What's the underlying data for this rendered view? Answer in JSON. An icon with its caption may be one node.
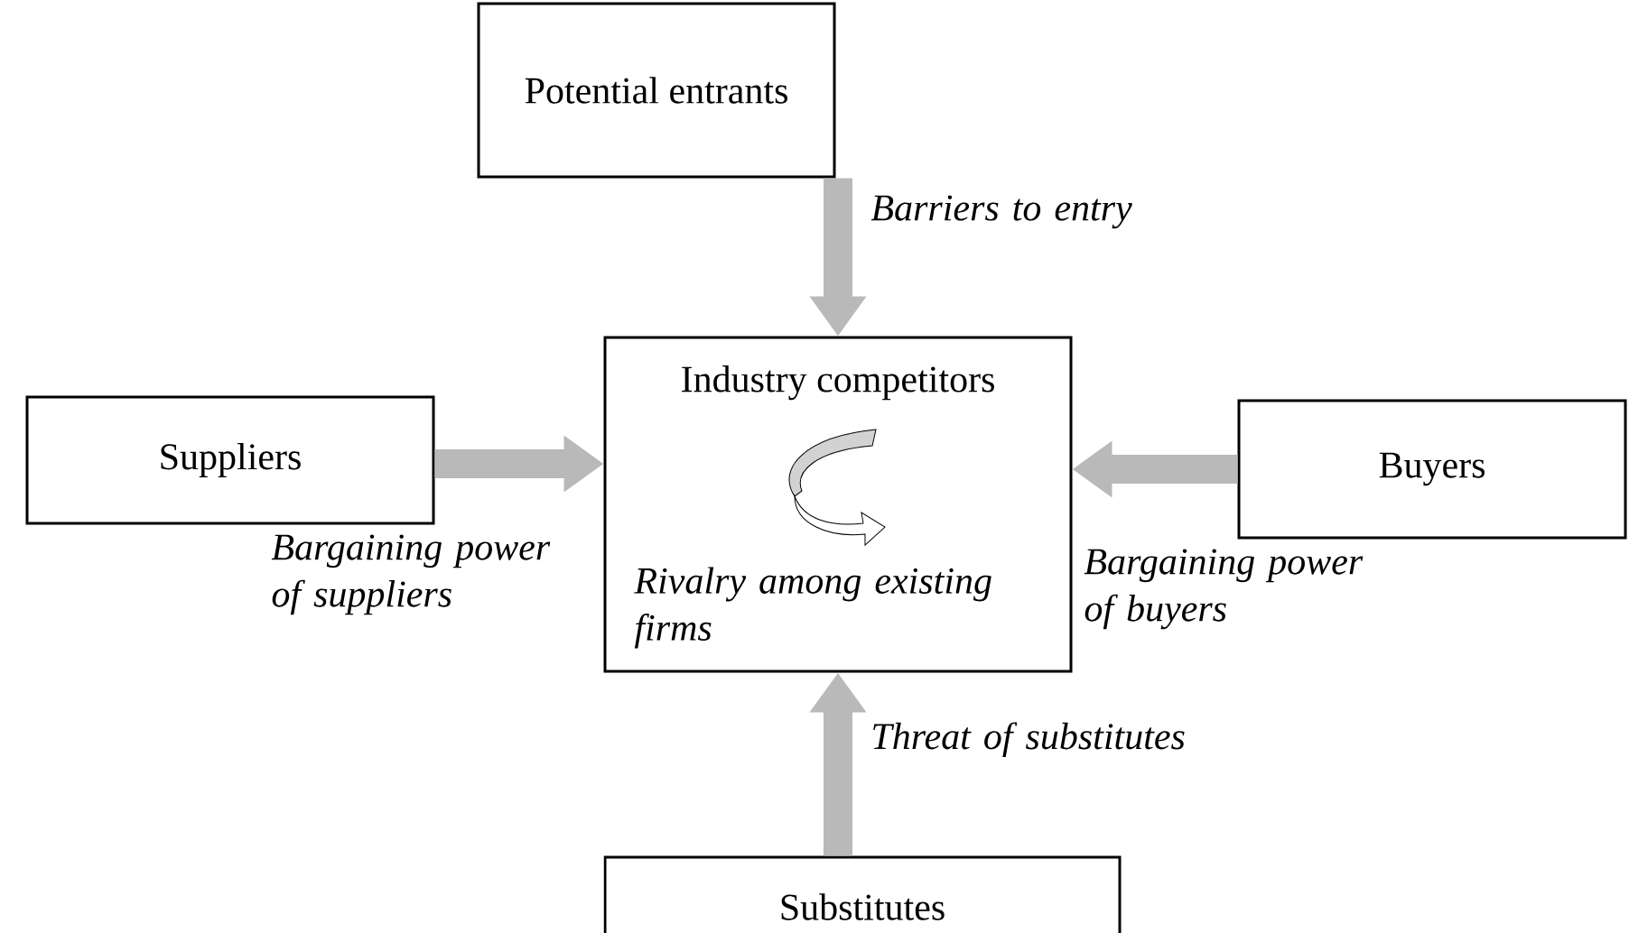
{
  "diagram": {
    "nodes": [
      {
        "text": [
          "Potential entrants"
        ]
      },
      {
        "text": [
          "Industry competitors",
          "Rivalry among existing firms"
        ]
      },
      {
        "text": [
          "Suppliers"
        ]
      },
      {
        "text": [
          "Buyers"
        ]
      },
      {
        "text": [
          "Substitutes"
        ]
      }
    ],
    "edges": [
      {
        "from": 0,
        "to": 1,
        "arrow": "to",
        "label": "Barriers to entry"
      },
      {
        "from": 2,
        "to": 1,
        "arrow": "to",
        "label": "Bargaining power of suppliers"
      },
      {
        "from": 3,
        "to": 1,
        "arrow": "to",
        "label": "Bargaining power of buyers"
      },
      {
        "from": 4,
        "to": 1,
        "arrow": "to",
        "label": "Threat of substitutes"
      }
    ]
  }
}
